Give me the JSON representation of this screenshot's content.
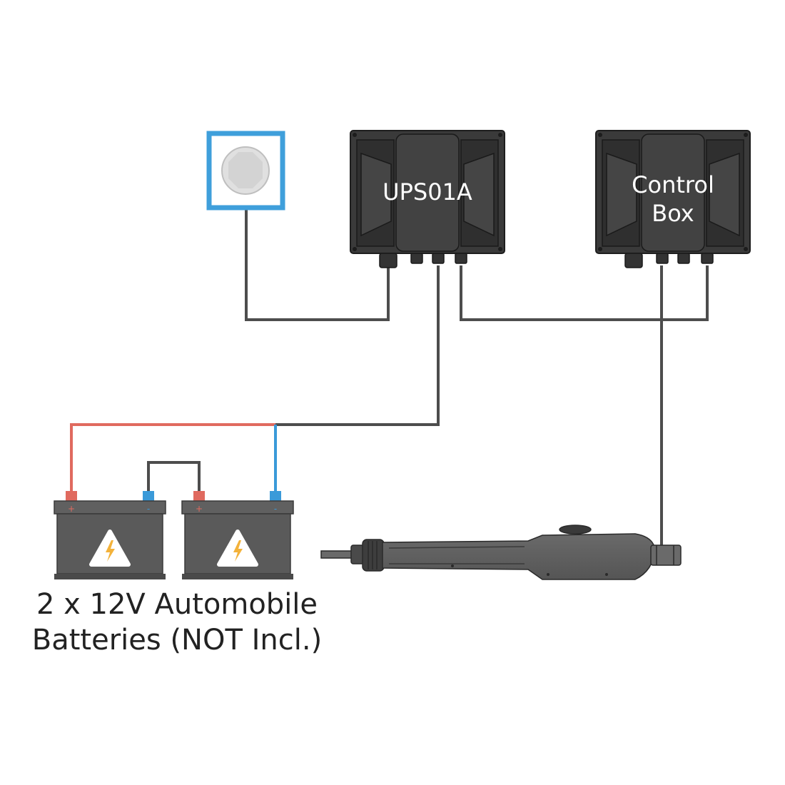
{
  "ups": {
    "label": "UPS01A"
  },
  "control_box": {
    "label_line1": "Control",
    "label_line2": "Box"
  },
  "batteries": {
    "caption_line1": "2 x 12V Automobile",
    "caption_line2": "Batteries (NOT Incl.)",
    "plus_symbol": "+",
    "minus_symbol": "-"
  },
  "colors": {
    "wire_gray": "#4d4d4d",
    "wire_red": "#e06a5f",
    "wire_blue": "#3a9ad9",
    "outlet_blue": "#3f9fdb",
    "enclosure": "#3a3a3a",
    "battery": "#5a5a5a",
    "warning_bolt": "#f3b23a"
  }
}
